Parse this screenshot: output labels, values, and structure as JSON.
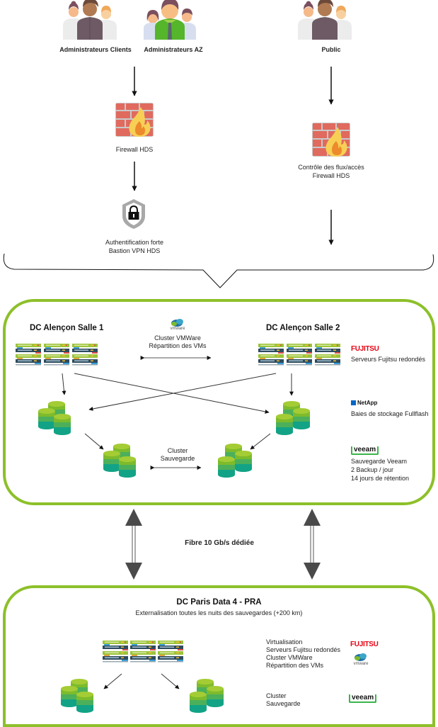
{
  "top": {
    "groups": [
      {
        "label": "Administrateurs Clients",
        "icon": "people-group-icon"
      },
      {
        "label": "Administrateurs AZ",
        "icon": "people-group-icon"
      },
      {
        "label": "Public",
        "icon": "people-group-icon"
      }
    ],
    "left_chain": {
      "firewall_label": "Firewall HDS",
      "auth_line1": "Authentification forte",
      "auth_line2": "Bastion VPN HDS"
    },
    "right_chain": {
      "firewall_line1": "Contrôle des flux/accès",
      "firewall_line2": "Firewall HDS"
    }
  },
  "alencon": {
    "salle1_title": "DC Alençon Salle 1",
    "salle2_title": "DC Alençon Salle 2",
    "vmware_logo": "vmware",
    "cluster_vm_line1": "Cluster VMWare",
    "cluster_vm_line2": "Répartition des VMs",
    "cluster_backup_line1": "Cluster",
    "cluster_backup_line2": "Sauvegarde",
    "legend": {
      "fujitsu_logo": "FUJITSU",
      "fujitsu_text": "Serveurs Fujitsu redondés",
      "netapp_logo": "NetApp",
      "netapp_text": "Baies de stockage Fullflash",
      "veeam_logo": "veeam",
      "veeam_line1": "Sauvegarde Veeam",
      "veeam_line2": "2 Backup / jour",
      "veeam_line3": "14 jours de rétention"
    }
  },
  "link": {
    "label": "Fibre 10 Gb/s dédiée"
  },
  "paris": {
    "title": "DC Paris Data 4 - PRA",
    "subtitle": "Externalisation toutes les nuits des sauvegardes  (+200 km)",
    "virt_lines": [
      "Virtualisation",
      "Serveurs Fujitsu redondés",
      "Cluster VMWare",
      "Répartition des VMs"
    ],
    "backup_lines": [
      "Cluster",
      "Sauvegarde"
    ],
    "fujitsu_logo": "FUJITSU",
    "vmware_logo": "vmware",
    "veeam_logo": "veeam"
  },
  "colors": {
    "accent_green": "#8dc02a",
    "fujitsu_red": "#e60012",
    "arrow_dark": "#4a4a4a"
  }
}
